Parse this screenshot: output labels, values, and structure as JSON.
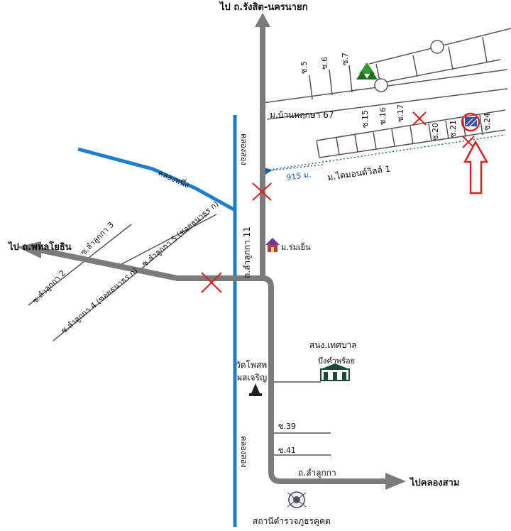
{
  "labels": {
    "north_dest": "ไป ถ.รังสิต-นครนายก",
    "west_dest": "ไป ถ.พหลโยธิน",
    "east_dest": "ไปคลองสาม",
    "village_prueksa": "ม.บ้านพฤกษา 67",
    "village_diamond": "ม.ไดมอนด์วิลล์ 1",
    "distance": "915 ม.",
    "canal_nueng": "คลองหนึ่ง",
    "canal_song_top": "คลองสอง",
    "canal_song_bottom": "คลองสอง",
    "road_11": "ถ.ลำลูกกา 11",
    "road_lamlukka": "ถ.ลำลูกกา",
    "soi_3": "ซ.ลำลูกกา 3",
    "soi_2": "ซ.ลำลูกกา 2",
    "soi_4": "ซ.ลำลูกกา 4 (ซอยธนาธร ก)",
    "soi_5": "ซ.ลำลูกกา 5 (ซอยธนาธร ก)",
    "rom_yen": "ม.ร่มเย็น",
    "temple_line1": "วัดโพสพ",
    "temple_line2": "ผลเจริญ",
    "municipal_office": "สนง.เทศบาล",
    "municipal_sign": "บึงคำพร้อย",
    "soi_39": "ซ.39",
    "soi_41": "ซ.41",
    "police_station": "สถานีตำรวจภูธรคูคต",
    "upper_sois": [
      "ซ.5",
      "ซ.6",
      "ซ.7"
    ],
    "lower_sois": [
      "ซ.15",
      "ซ.16",
      "ซ.17",
      "ซ.20",
      "ซ.21",
      "ซ.24"
    ]
  },
  "colors": {
    "road": "#7b7b7b",
    "canal": "#1a7fd0",
    "marker": "#e02020",
    "tree": "#2f9a2f"
  },
  "icons": [
    "tree-icon",
    "house-icon",
    "temple-icon",
    "municipal-office-icon",
    "police-badge-icon",
    "destination-circle-icon",
    "pointer-arrow-icon",
    "closed-x-icon"
  ]
}
